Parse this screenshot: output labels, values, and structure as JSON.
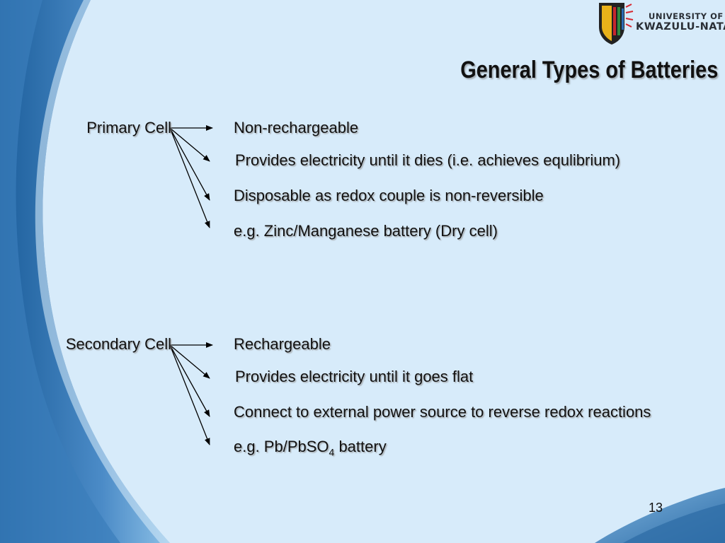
{
  "header": {
    "logo_line1": "UNIVERSITY OF",
    "logo_line2": "KWAZULU-NATAL"
  },
  "slide": {
    "title": "General Types of Batteries",
    "page_number": "13"
  },
  "primary": {
    "label": "Primary Cell",
    "points": [
      "Non-rechargeable",
      "Provides electricity until it dies (i.e. achieves equlibrium)",
      "Disposable as redox couple is non-reversible",
      "e.g. Zinc/Manganese battery (Dry cell)"
    ]
  },
  "secondary": {
    "label": "Secondary Cell",
    "points": [
      "Rechargeable",
      "Provides electricity until it goes flat",
      "Connect to external power source to reverse redox reactions"
    ],
    "example_prefix": "e.g. Pb/PbSO",
    "example_subscript": "4",
    "example_suffix": " battery"
  },
  "colors": {
    "background": "#d7ebfa",
    "swoosh_dark": "#2f6ea8",
    "swoosh_light": "#8cc0e6",
    "text": "#111111"
  }
}
